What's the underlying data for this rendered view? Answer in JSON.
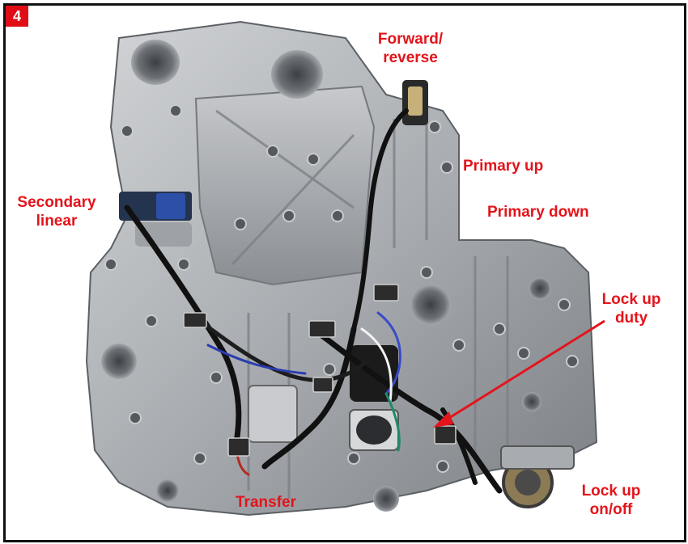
{
  "figure_number": "4",
  "labels": {
    "forward_reverse_line1": "Forward/",
    "forward_reverse_line2": "reverse",
    "primary_up": "Primary up",
    "primary_down": "Primary down",
    "secondary_linear_line1": "Secondary",
    "secondary_linear_line2": "linear",
    "lock_up_duty_line1": "Lock up",
    "lock_up_duty_line2": "duty",
    "transfer": "Transfer",
    "lock_up_onoff_line1": "Lock up",
    "lock_up_onoff_line2": "on/off"
  },
  "colors": {
    "label_red": "#e3141b",
    "badge_red": "#e00d17",
    "metal_light": "#b9bcbf",
    "metal_dark": "#6f7378",
    "wire_black": "#111111",
    "frame": "#111111"
  }
}
